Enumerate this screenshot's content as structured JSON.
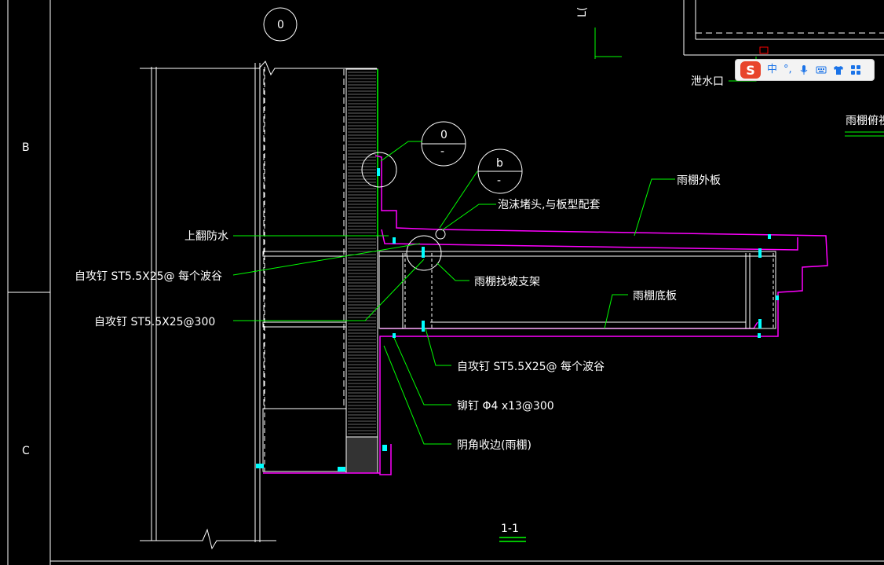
{
  "grid": {
    "axis_b": "B",
    "axis_c": "C"
  },
  "bubbles": {
    "top_left": "0",
    "detail_a": "0",
    "detail_a_sub": "-",
    "detail_b": "b",
    "detail_b_sub": "-"
  },
  "corner_text": "L(",
  "labels": {
    "drain": "泄水口",
    "canopy_top_view": "雨棚俯视",
    "upper_flash": "上翻防水",
    "screw_each_valley_1": "自攻钉 ST5.5X25@ 每个波谷",
    "screw_300": "自攻钉 ST5.5X25@300",
    "foam_plug": "泡沫堵头,与板型配套",
    "canopy_outer": "雨棚外板",
    "canopy_bracket": "雨棚找坡支架",
    "canopy_bottom": "雨棚底板",
    "screw_each_valley_2": "自攻钉 ST5.5X25@ 每个波谷",
    "rivet": "铆钉 Φ4 x13@300",
    "inner_corner": "阴角收边(雨棚)"
  },
  "section_title": "1-1",
  "ime": {
    "logo": "S",
    "lang": "中",
    "punct": "°,"
  },
  "colors": {
    "green": "#00ff00",
    "magenta": "#ff00ff",
    "cyan": "#00ffff",
    "white": "#ffffff",
    "red": "#ff0000"
  }
}
